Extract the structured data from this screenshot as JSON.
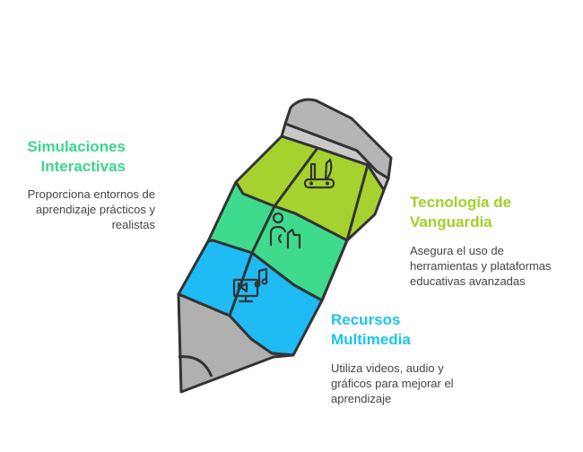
{
  "sections": [
    {
      "title_line1": "Simulaciones",
      "title_line2": "Interactivas",
      "desc_line1": "Proporciona entornos de",
      "desc_line2": "aprendizaje prácticos y",
      "desc_line3": "realistas",
      "color": "#3ed48f",
      "icon": "swiss-army-knife-icon"
    },
    {
      "title_line1": "Tecnología de",
      "title_line2": "Vanguardia",
      "desc_line1": "Asegura el uso de",
      "desc_line2": "herramientas y plataformas",
      "desc_line3": "educativas avanzadas",
      "color": "#a3cf2a",
      "icon": "person-interacting-icon"
    },
    {
      "title_line1": "Recursos",
      "title_line2": "Multimedia",
      "desc_line1": "Utiliza videos, audio y",
      "desc_line2": "gráficos para mejorar el",
      "desc_line3": "aprendizaje",
      "color": "#1ec3ee",
      "icon": "multimedia-monitor-icon"
    }
  ],
  "pencil_colors": {
    "green_band": "#a6d22f",
    "mint_band": "#3fdb8c",
    "blue_band": "#1ebbf5",
    "eraser": "#b5b5b5",
    "tip": "#b0b0b0",
    "outline": "#333333"
  }
}
